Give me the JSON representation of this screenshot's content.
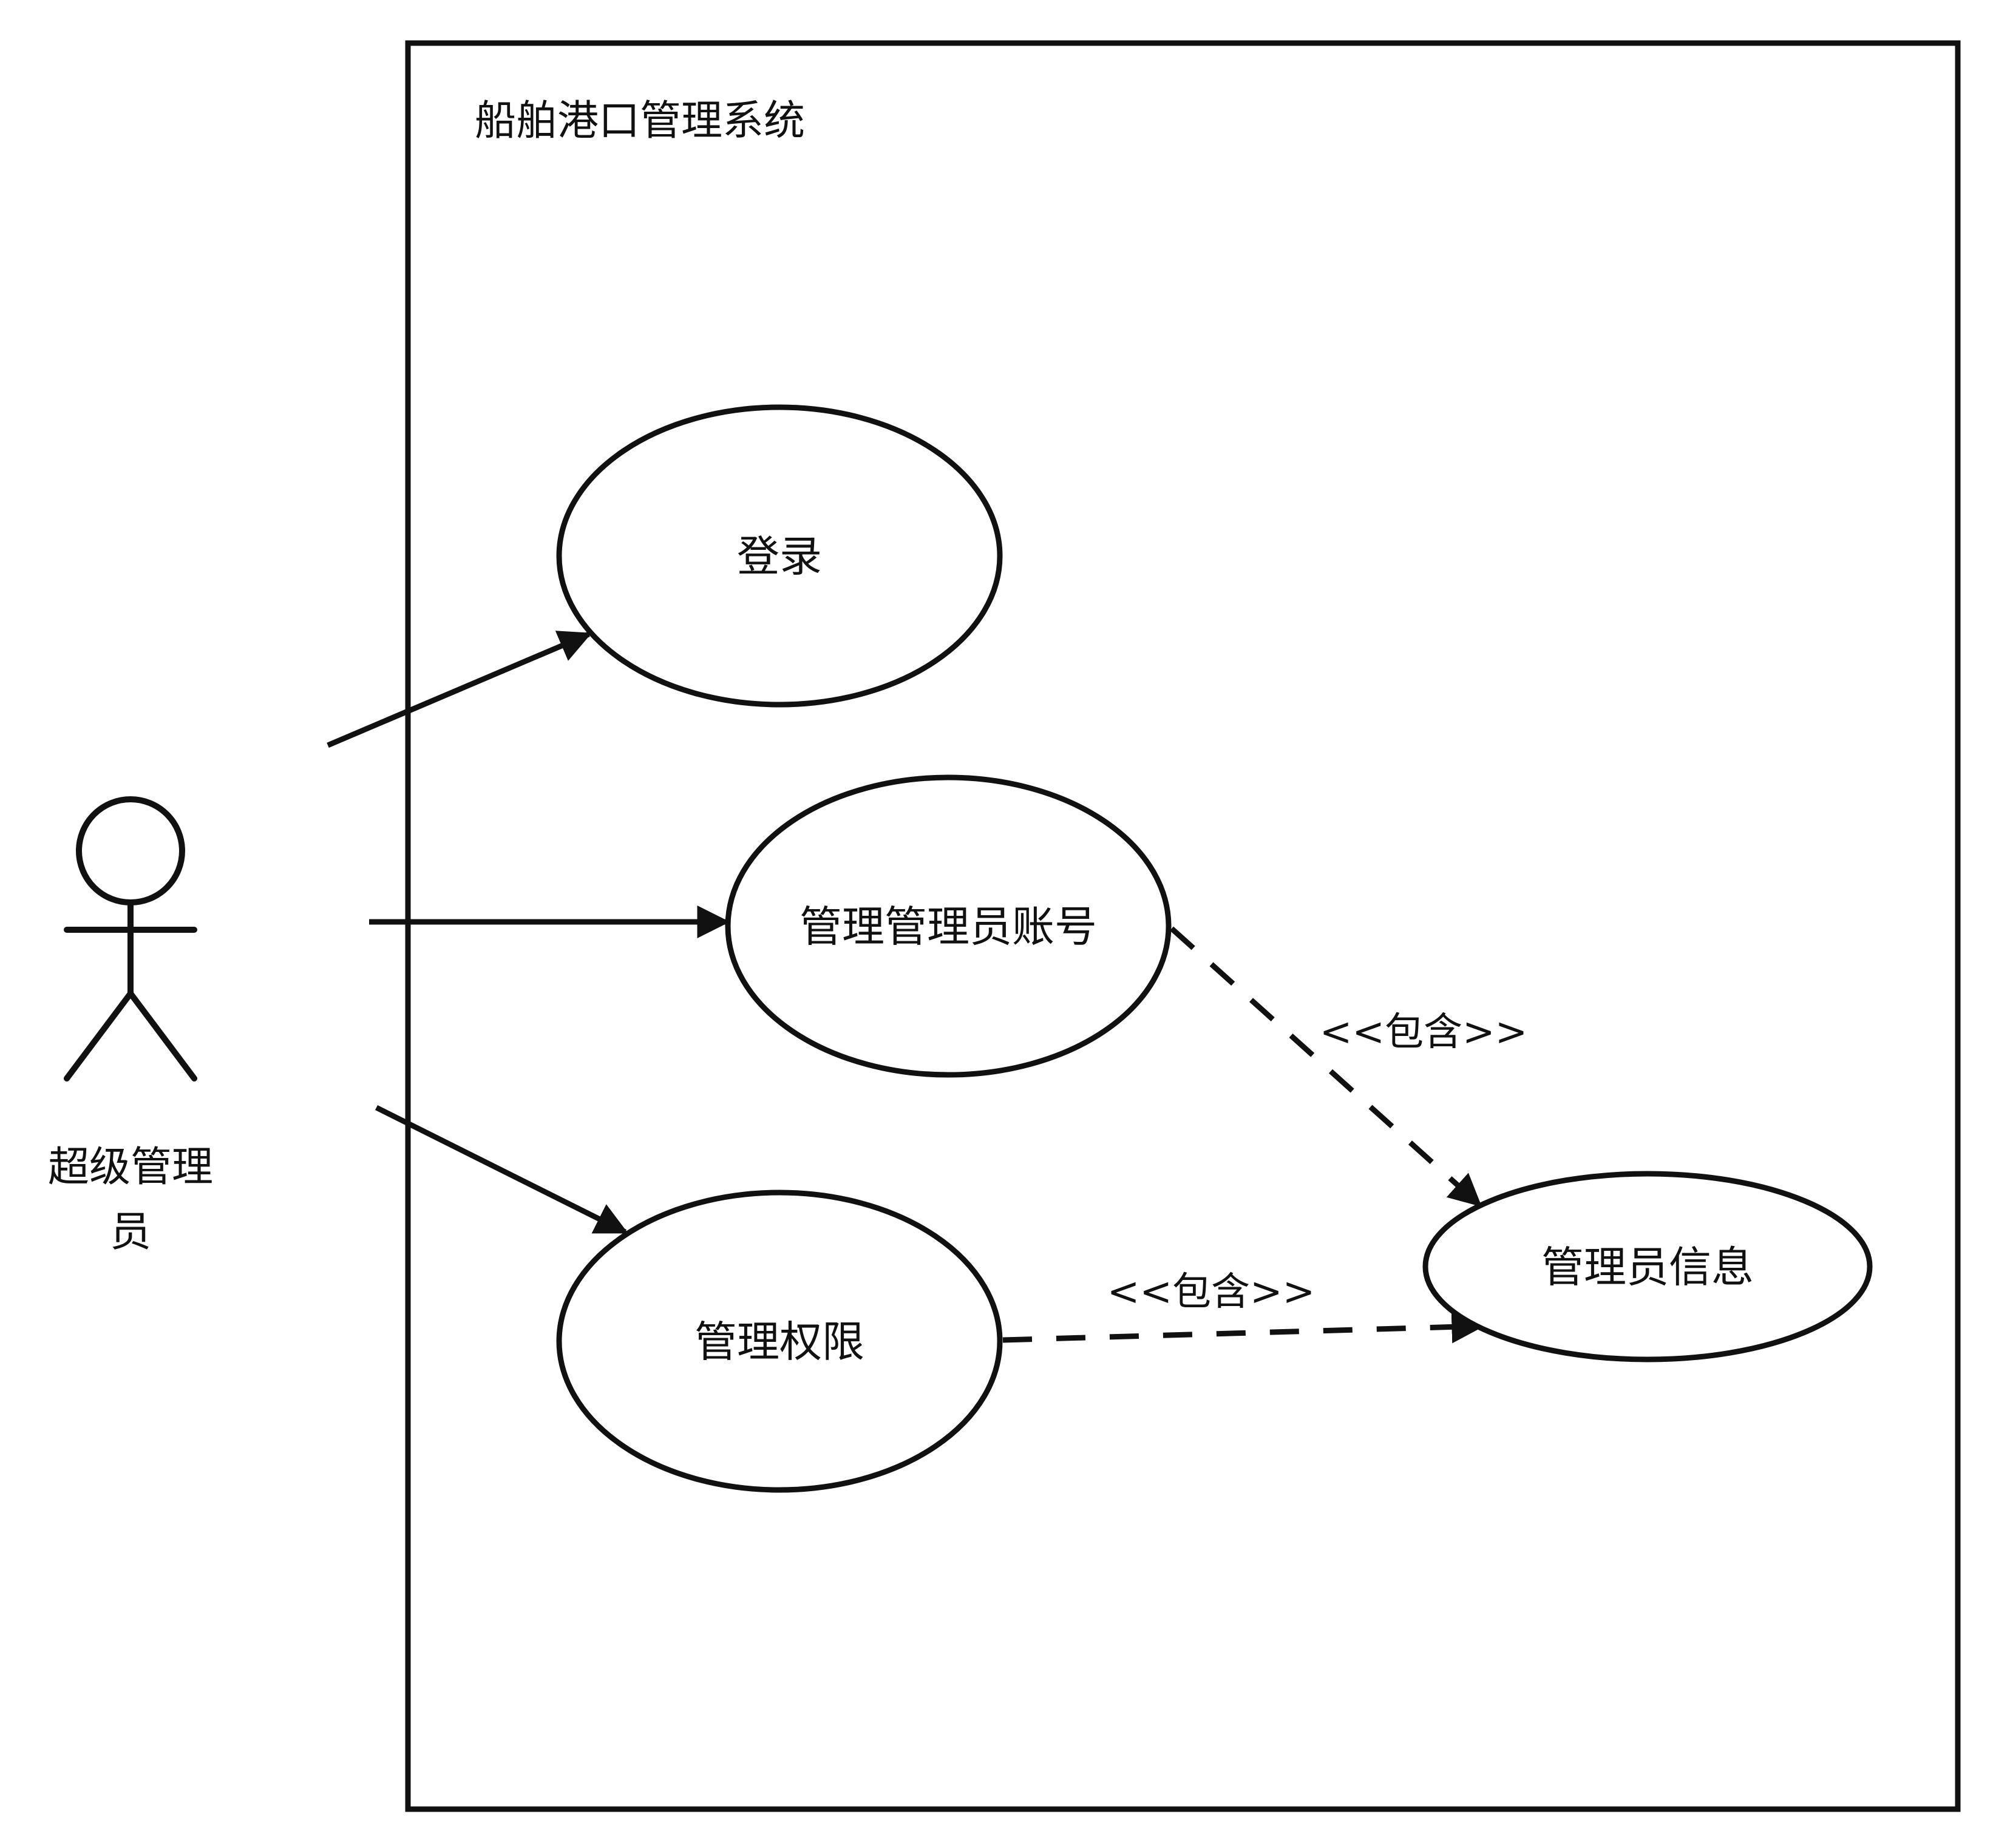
{
  "system": {
    "title": "船舶港口管理系统"
  },
  "actor": {
    "name_line1": "超级管理",
    "name_line2": "员"
  },
  "use_cases": {
    "login": "登录",
    "manage_accounts": "管理管理员账号",
    "manage_permissions": "管理权限",
    "admin_info": "管理员信息"
  },
  "relations": {
    "include_1": "<<包含>>",
    "include_2": "<<包含>>"
  },
  "colors": {
    "stroke": "#111111",
    "background": "#ffffff"
  }
}
